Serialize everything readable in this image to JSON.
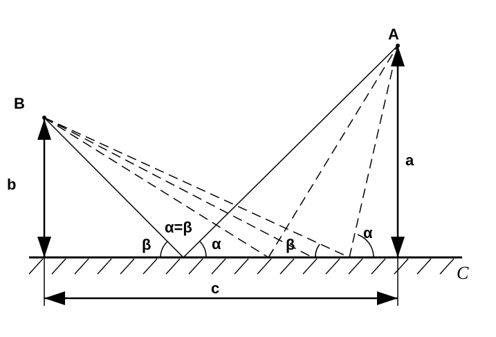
{
  "points": {
    "A": "A",
    "B": "B"
  },
  "heights": {
    "a": "a",
    "b": "b"
  },
  "distance": {
    "c": "c"
  },
  "surface": {
    "label": "C"
  },
  "angles": {
    "beta_left": "β",
    "equal_label": "α=β",
    "alpha_mid": "α",
    "beta_mid": "β",
    "alpha_right": "α"
  }
}
